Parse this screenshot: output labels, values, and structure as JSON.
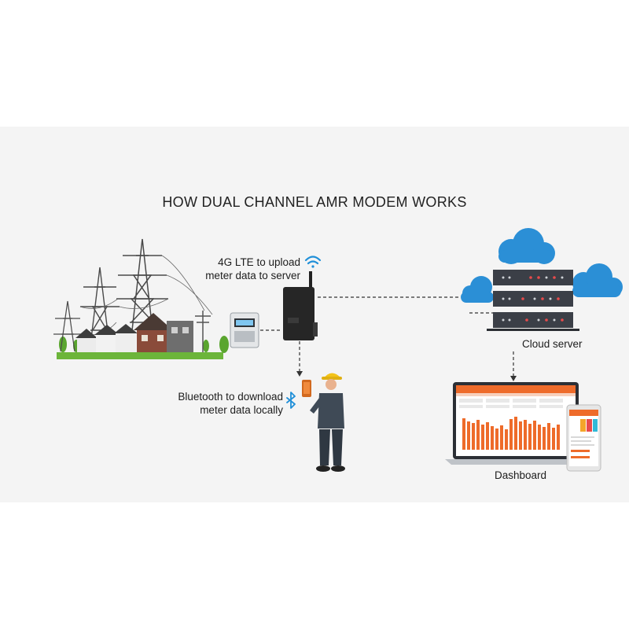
{
  "title": "HOW DUAL CHANNEL AMR MODEM WORKS",
  "labels": {
    "lte_line1": "4G LTE to upload",
    "lte_line2": "meter data to server",
    "bt_line1": "Bluetooth to download",
    "bt_line2": "meter data locally",
    "cloud": "Cloud server",
    "dashboard": "Dashboard"
  },
  "icons": [
    "transmission-tower-icon",
    "house-icon",
    "electric-meter-icon",
    "modem-icon",
    "wifi-icon",
    "bluetooth-icon",
    "engineer-icon",
    "smartphone-icon",
    "cloud-icon",
    "server-icon",
    "laptop-icon"
  ],
  "colors": {
    "accent_blue": "#1f8fd8",
    "server_dark": "#3b3f47",
    "dashboard_orange": "#ee6b2a",
    "grass": "#6cb53a",
    "panel_bg": "#f4f4f4"
  }
}
